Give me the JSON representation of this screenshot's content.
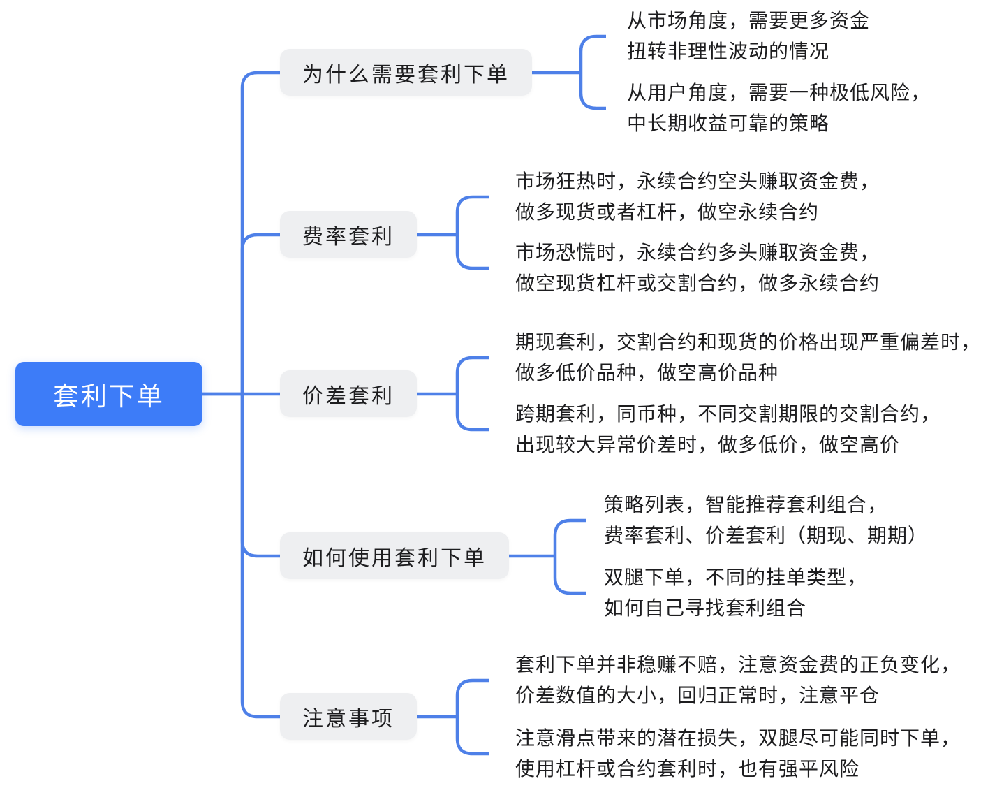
{
  "root": {
    "label": "套利下单"
  },
  "branches": [
    {
      "label": "为什么需要套利下单",
      "leaves": [
        "从市场角度，需要更多资金\n扭转非理性波动的情况",
        "从用户角度，需要一种极低风险，\n中长期收益可靠的策略"
      ]
    },
    {
      "label": "费率套利",
      "leaves": [
        "市场狂热时，永续合约空头赚取资金费，\n做多现货或者杠杆，做空永续合约",
        "市场恐慌时，永续合约多头赚取资金费，\n做空现货杠杆或交割合约，做多永续合约"
      ]
    },
    {
      "label": "价差套利",
      "leaves": [
        "期现套利，交割合约和现货的价格出现严重偏差时，\n做多低价品种，做空高价品种",
        "跨期套利，同币种，不同交割期限的交割合约，\n出现较大异常价差时，做多低价，做空高价"
      ]
    },
    {
      "label": "如何使用套利下单",
      "leaves": [
        "策略列表，智能推荐套利组合，\n费率套利、价差套利（期现、期期）",
        "双腿下单，不同的挂单类型，\n如何自己寻找套利组合"
      ]
    },
    {
      "label": "注意事项",
      "leaves": [
        "套利下单并非稳赚不赔，注意资金费的正负变化，\n价差数值的大小，回归正常时，注意平仓",
        "注意滑点带来的潜在损失，双腿尽可能同时下单，\n使用杠杆或合约套利时，也有强平风险"
      ]
    }
  ],
  "colors": {
    "root_bg": "#3D7CF8",
    "root_text": "#FFFFFF",
    "branch_bg": "#EEEFF1",
    "line": "#4E80E8",
    "text": "#1D1D1F"
  }
}
